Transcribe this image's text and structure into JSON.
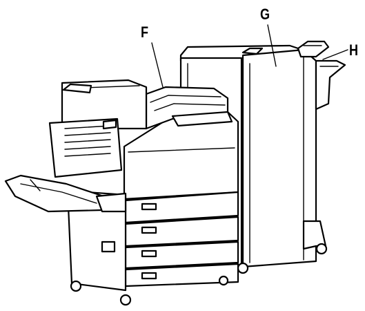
{
  "callouts": {
    "f": "F",
    "g": "G",
    "h": "H"
  }
}
